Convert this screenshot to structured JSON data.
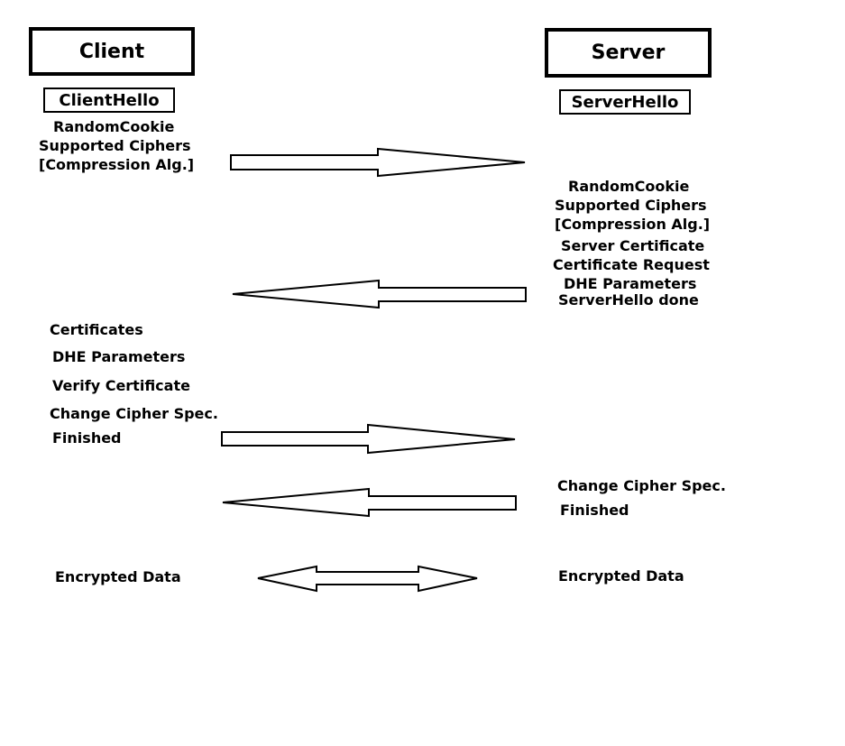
{
  "client": {
    "title": "Client",
    "hello": "ClientHello",
    "hello_fields": [
      "RandomCookie",
      "Supported Ciphers",
      "[Compression Alg.]"
    ],
    "key_exchange": [
      "Certificates",
      "DHE Parameters",
      "Verify Certificate",
      "Change Cipher Spec.",
      "Finished"
    ],
    "data": "Encrypted Data"
  },
  "server": {
    "title": "Server",
    "hello": "ServerHello",
    "hello_fields": [
      "RandomCookie",
      "Supported Ciphers",
      "[Compression Alg.]",
      "Server Certificate",
      "Certificate Request",
      "DHE Parameters",
      "ServerHello done"
    ],
    "finish": [
      "Change Cipher Spec.",
      "Finished"
    ],
    "data": "Encrypted Data"
  },
  "arrows": [
    {
      "name": "client-hello-arrow",
      "direction": "right"
    },
    {
      "name": "server-hello-arrow",
      "direction": "left"
    },
    {
      "name": "client-finished-arrow",
      "direction": "right"
    },
    {
      "name": "server-finished-arrow",
      "direction": "left"
    },
    {
      "name": "encrypted-data-arrow",
      "direction": "both"
    }
  ]
}
